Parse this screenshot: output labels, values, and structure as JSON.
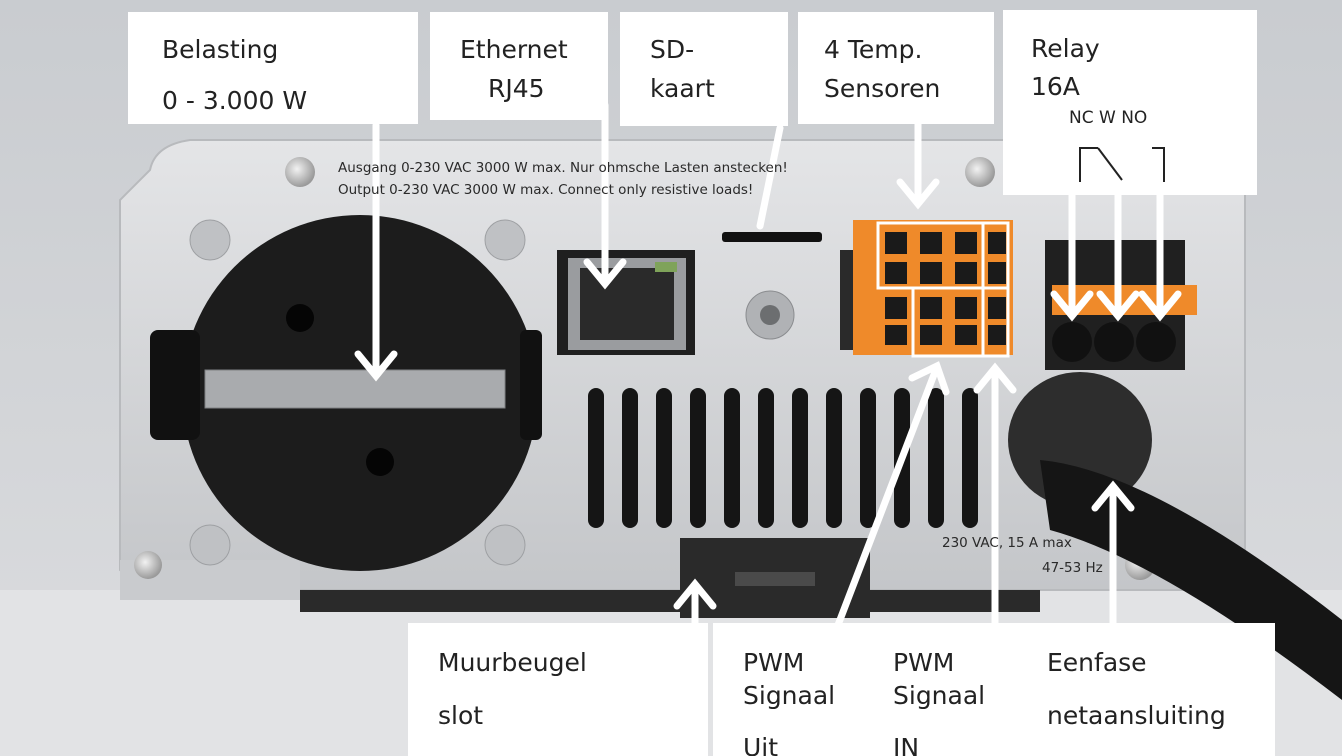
{
  "labels": {
    "belasting": {
      "line1": "Belasting",
      "line2": "0 - 3.000 W"
    },
    "ethernet": {
      "line1": "Ethernet",
      "line2": "RJ45"
    },
    "sd": {
      "line1": "SD-",
      "line2": "kaart"
    },
    "temp": {
      "line1": "4 Temp.",
      "line2": "Sensoren"
    },
    "relay": {
      "line1": "Relay",
      "line2": "16A",
      "terminals": "NC  W  NO"
    },
    "muurbeugel": {
      "line1": "Muurbeugel",
      "line2": "slot"
    },
    "pwm_uit": {
      "line1": "PWM",
      "line2": "Signaal",
      "line3": "Uit"
    },
    "pwm_in": {
      "line1": "PWM",
      "line2": "Signaal",
      "line3": "IN"
    },
    "eenfase": {
      "line1": "Eenfase",
      "line2": "netaansluiting"
    }
  },
  "device_text": {
    "warning_de": "Ausgang 0-230 VAC 3000 W max. Nur ohmsche Lasten anstecken!",
    "warning_en": "Output 0-230 VAC 3000 W max. Connect only resistive loads!",
    "mains_rating_1": "230 VAC, 15 A max",
    "mains_rating_2": "47-53 Hz"
  },
  "colors": {
    "terminal_orange": "#ef8a2a",
    "housing": "#d5d6d8",
    "socket": "#1c1c1c",
    "arrow": "#ffffff"
  }
}
